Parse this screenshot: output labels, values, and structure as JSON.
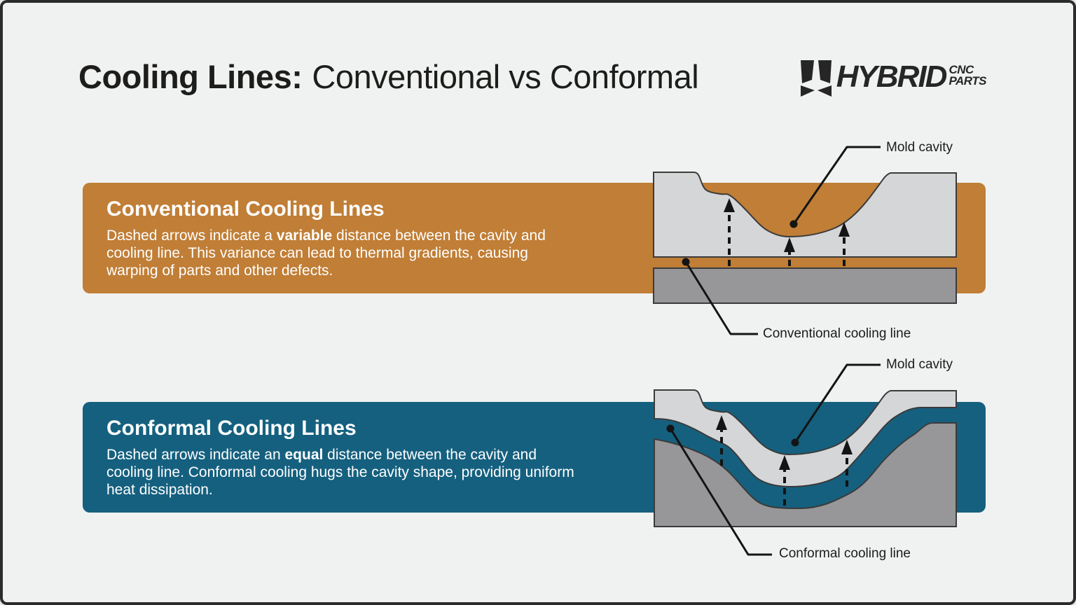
{
  "title": {
    "bold": "Cooling Lines:",
    "regular": "Conventional vs Conformal"
  },
  "logo": {
    "brand": "HYBRID",
    "sub_top": "CNC",
    "sub_bottom": "PARTS"
  },
  "colors": {
    "background": "#F0F2F1",
    "frame_border": "#2B2B2B",
    "conventional_accent": "#C07E36",
    "conformal_accent": "#15607F",
    "mold_light_gray": "#D5D6D8",
    "base_dark_gray": "#97979A",
    "outline": "#3B3B3B",
    "text_dark": "#1D1D1B",
    "text_light": "#FFFFFF"
  },
  "sections": [
    {
      "heading": "Conventional Cooling Lines",
      "body_pre": "Dashed arrows indicate a ",
      "body_bold": "variable",
      "body_post": " distance between the cavity and cooling line. This variance can lead to thermal gradients, causing warping of parts and other defects.",
      "cavity_label": "Mold cavity",
      "cooling_label": "Conventional cooling line"
    },
    {
      "heading": "Conformal Cooling Lines",
      "body_pre": "Dashed arrows indicate an ",
      "body_bold": "equal",
      "body_post": " distance between the cavity and cooling line. Conformal cooling hugs the cavity shape, providing uniform heat dissipation.",
      "cavity_label": "Mold cavity",
      "cooling_label": "Conformal cooling line"
    }
  ]
}
